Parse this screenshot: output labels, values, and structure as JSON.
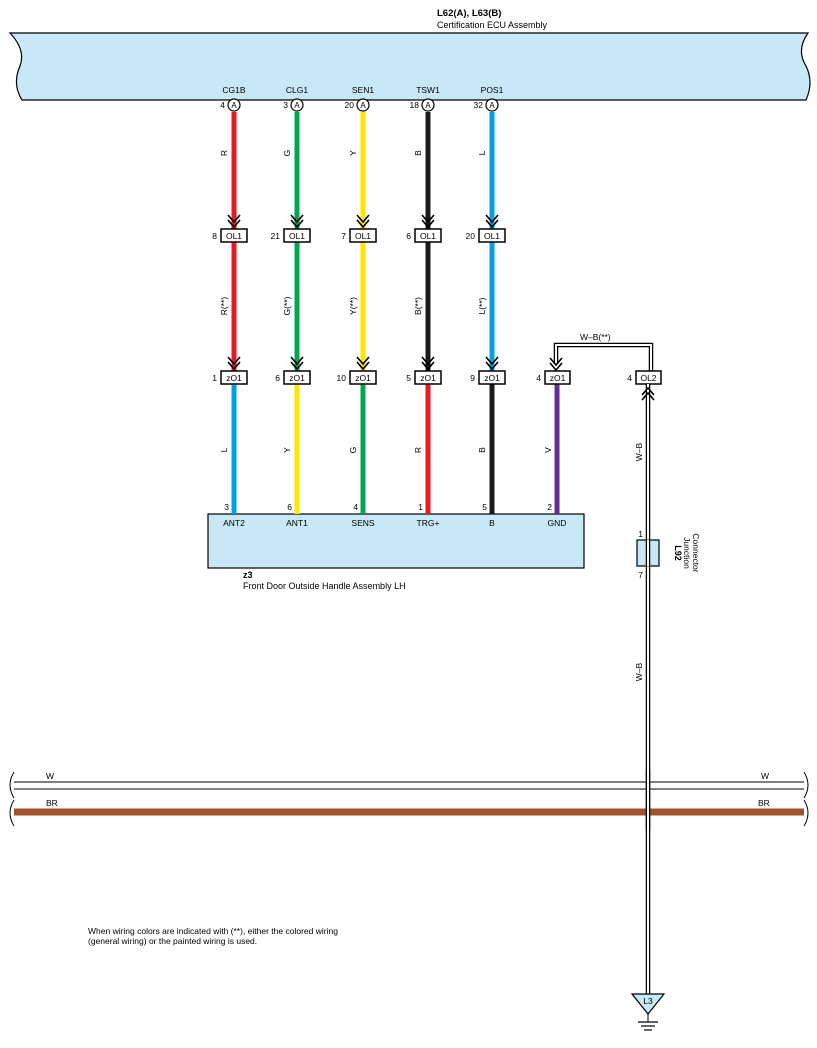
{
  "ecu": {
    "id": "L62(A), L63(B)",
    "name": "Certification ECU Assembly",
    "connector_letter": "A"
  },
  "handle": {
    "id": "z3",
    "name": "Front Door Outside Handle Assembly LH"
  },
  "junction": {
    "id": "L92",
    "name_line1": "Junction",
    "name_line2": "Connector",
    "pin_top": "1",
    "pin_bottom": "7"
  },
  "ground": {
    "label": "L3"
  },
  "circuits": [
    {
      "ecu_terminal": "CG1B",
      "ecu_pin": "4",
      "wire_top": "R",
      "wire_top_color": "#e31b23",
      "ol1_pin": "8",
      "ol1_label": "OL1",
      "wire_mid": "R(**)",
      "zo1_pin": "1",
      "zo1_label": "zO1",
      "wire_bottom": "L",
      "wire_bottom_color": "#00a0e3",
      "handle_pin": "3",
      "handle_terminal": "ANT2"
    },
    {
      "ecu_terminal": "CLG1",
      "ecu_pin": "3",
      "wire_top": "G",
      "wire_top_color": "#00a651",
      "ol1_pin": "21",
      "ol1_label": "OL1",
      "wire_mid": "G(**)",
      "zo1_pin": "6",
      "zo1_label": "zO1",
      "wire_bottom": "Y",
      "wire_bottom_color": "#ffe600",
      "handle_pin": "6",
      "handle_terminal": "ANT1"
    },
    {
      "ecu_terminal": "SEN1",
      "ecu_pin": "20",
      "wire_top": "Y",
      "wire_top_color": "#ffe600",
      "ol1_pin": "7",
      "ol1_label": "OL1",
      "wire_mid": "Y(**)",
      "zo1_pin": "10",
      "zo1_label": "zO1",
      "wire_bottom": "G",
      "wire_bottom_color": "#00a651",
      "handle_pin": "4",
      "handle_terminal": "SENS"
    },
    {
      "ecu_terminal": "TSW1",
      "ecu_pin": "18",
      "wire_top": "B",
      "wire_top_color": "#1a1a1a",
      "ol1_pin": "6",
      "ol1_label": "OL1",
      "wire_mid": "B(**)",
      "zo1_pin": "5",
      "zo1_label": "zO1",
      "wire_bottom": "R",
      "wire_bottom_color": "#e31b23",
      "handle_pin": "1",
      "handle_terminal": "TRG+"
    },
    {
      "ecu_terminal": "POS1",
      "ecu_pin": "32",
      "wire_top": "L",
      "wire_top_color": "#00a0e3",
      "ol1_pin": "20",
      "ol1_label": "OL1",
      "wire_mid": "L(**)",
      "zo1_pin": "9",
      "zo1_label": "zO1",
      "wire_bottom": "B",
      "wire_bottom_color": "#1a1a1a",
      "handle_pin": "5",
      "handle_terminal": "B"
    }
  ],
  "gnd_circuit": {
    "zo1_pin": "4",
    "zo1_label": "zO1",
    "wire_bottom": "V",
    "wire_bottom_color": "#662d91",
    "handle_pin": "2",
    "handle_terminal": "GND",
    "link_wire": "W–B(**)",
    "ol2_pin": "4",
    "ol2_label": "OL2",
    "wire_to_junction": "W–B",
    "wire_to_ground": "W–B"
  },
  "buses": [
    {
      "label": "W",
      "color": "#ffffff"
    },
    {
      "label": "BR",
      "color": "#a0522d"
    }
  ],
  "note": {
    "line1": "When wiring colors are indicated with (**),  either the colored wiring",
    "line2": "(general wiring) or the painted wiring is used."
  }
}
